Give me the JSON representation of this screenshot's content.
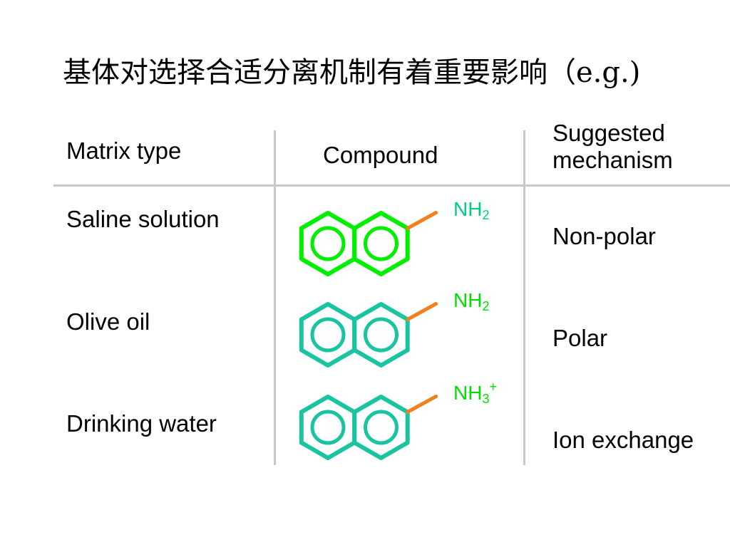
{
  "slide": {
    "title": "基体对选择合适分离机制有着重要影响（e.g.)"
  },
  "table": {
    "headers": {
      "matrix": "Matrix type",
      "compound": "Compound",
      "mechanism_line1": "Suggested",
      "mechanism_line2": "mechanism"
    },
    "rows": [
      {
        "matrix": "Saline solution",
        "mechanism": "Non-polar",
        "group_base": "NH",
        "group_sub": "2",
        "group_charge": "",
        "ring_color": "#00ee00",
        "group_color": "#00cc88"
      },
      {
        "matrix": "Olive oil",
        "mechanism": "Polar",
        "group_base": "NH",
        "group_sub": "2",
        "group_charge": "",
        "ring_color": "#1bc4a0",
        "group_color": "#00dd00"
      },
      {
        "matrix": "Drinking water",
        "mechanism": "Ion exchange",
        "group_base": "NH",
        "group_sub": "3",
        "group_charge": "+",
        "ring_color": "#1bc4a0",
        "group_color": "#00dd00"
      }
    ]
  },
  "colors": {
    "bond": "#f08020",
    "grid": "#c8c8c8"
  },
  "icons": {
    "molecule": "naphthylamine-structure-icon"
  }
}
